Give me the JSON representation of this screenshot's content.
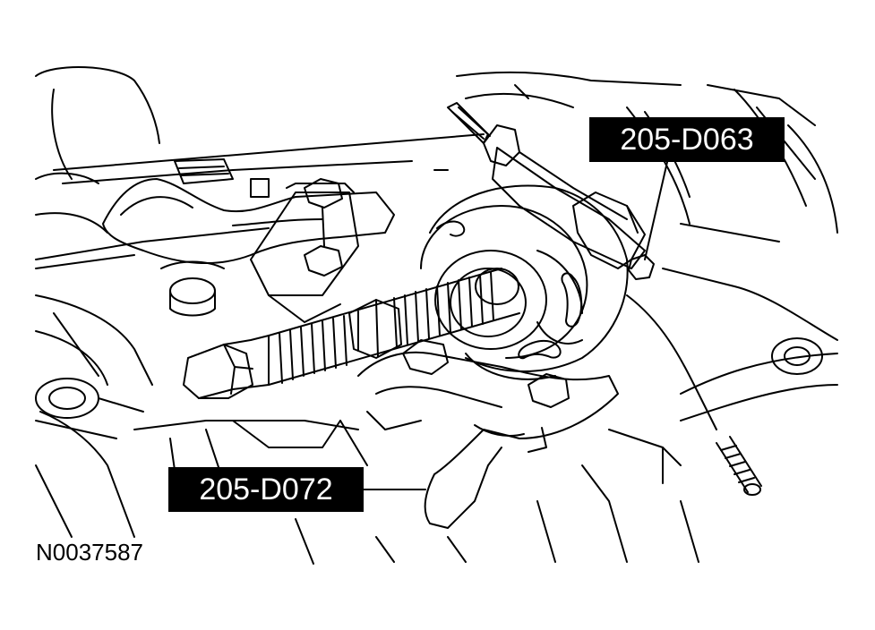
{
  "diagram": {
    "callouts": [
      {
        "id": "d063",
        "label": "205-D063"
      },
      {
        "id": "d072",
        "label": "205-D072"
      }
    ],
    "figure_id": "N0037587",
    "ink_color": "#000000",
    "background_color": "#ffffff"
  }
}
